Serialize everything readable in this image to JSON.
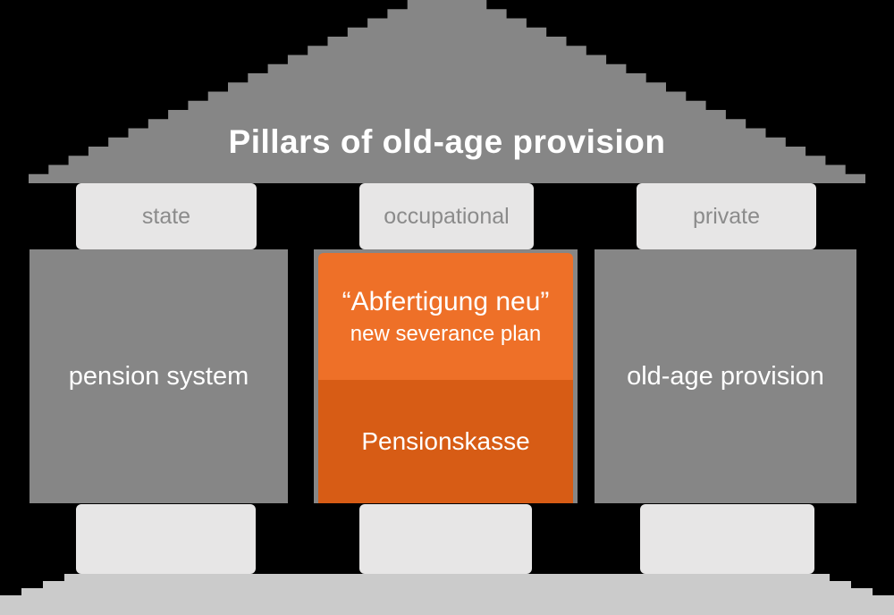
{
  "title": "Pillars of old-age provision",
  "pillars": [
    {
      "id": "state",
      "capital_label": "state",
      "body_label": "pension system"
    },
    {
      "id": "occupational",
      "capital_label": "occupational",
      "sections": {
        "top": {
          "line1": "“Abfertigung neu”",
          "line2": "new severance plan"
        },
        "bottom": {
          "label": "Pensionskasse"
        }
      }
    },
    {
      "id": "private",
      "capital_label": "private",
      "body_label": "old-age provision"
    }
  ],
  "colors": {
    "pillar_gray": "#868686",
    "capital_light": "#e7e6e6",
    "floor_gray": "#cbcbcb",
    "orange_light": "#ee7028",
    "orange_dark": "#d75c15",
    "label_text": "#8b8b8b",
    "body_text": "#ffffff",
    "background": "#000000"
  }
}
